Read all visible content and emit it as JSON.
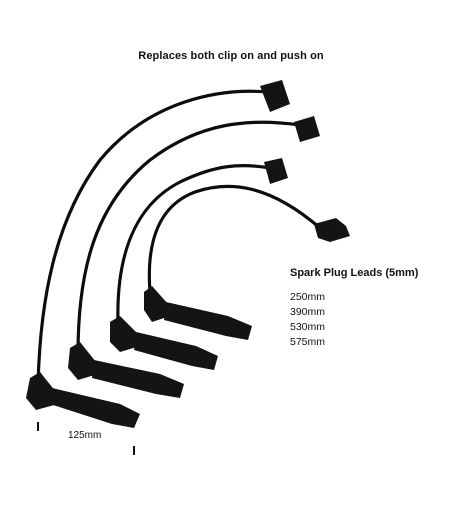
{
  "headline": "Replaces both clip on and push on",
  "spec": {
    "title": "Spark Plug Leads (5mm)",
    "lengths": [
      "250mm",
      "390mm",
      "530mm",
      "575mm"
    ]
  },
  "dimension": {
    "label": "125mm"
  },
  "colors": {
    "lead": "#0d0d0d",
    "boot": "#141414",
    "background": "#ffffff"
  }
}
